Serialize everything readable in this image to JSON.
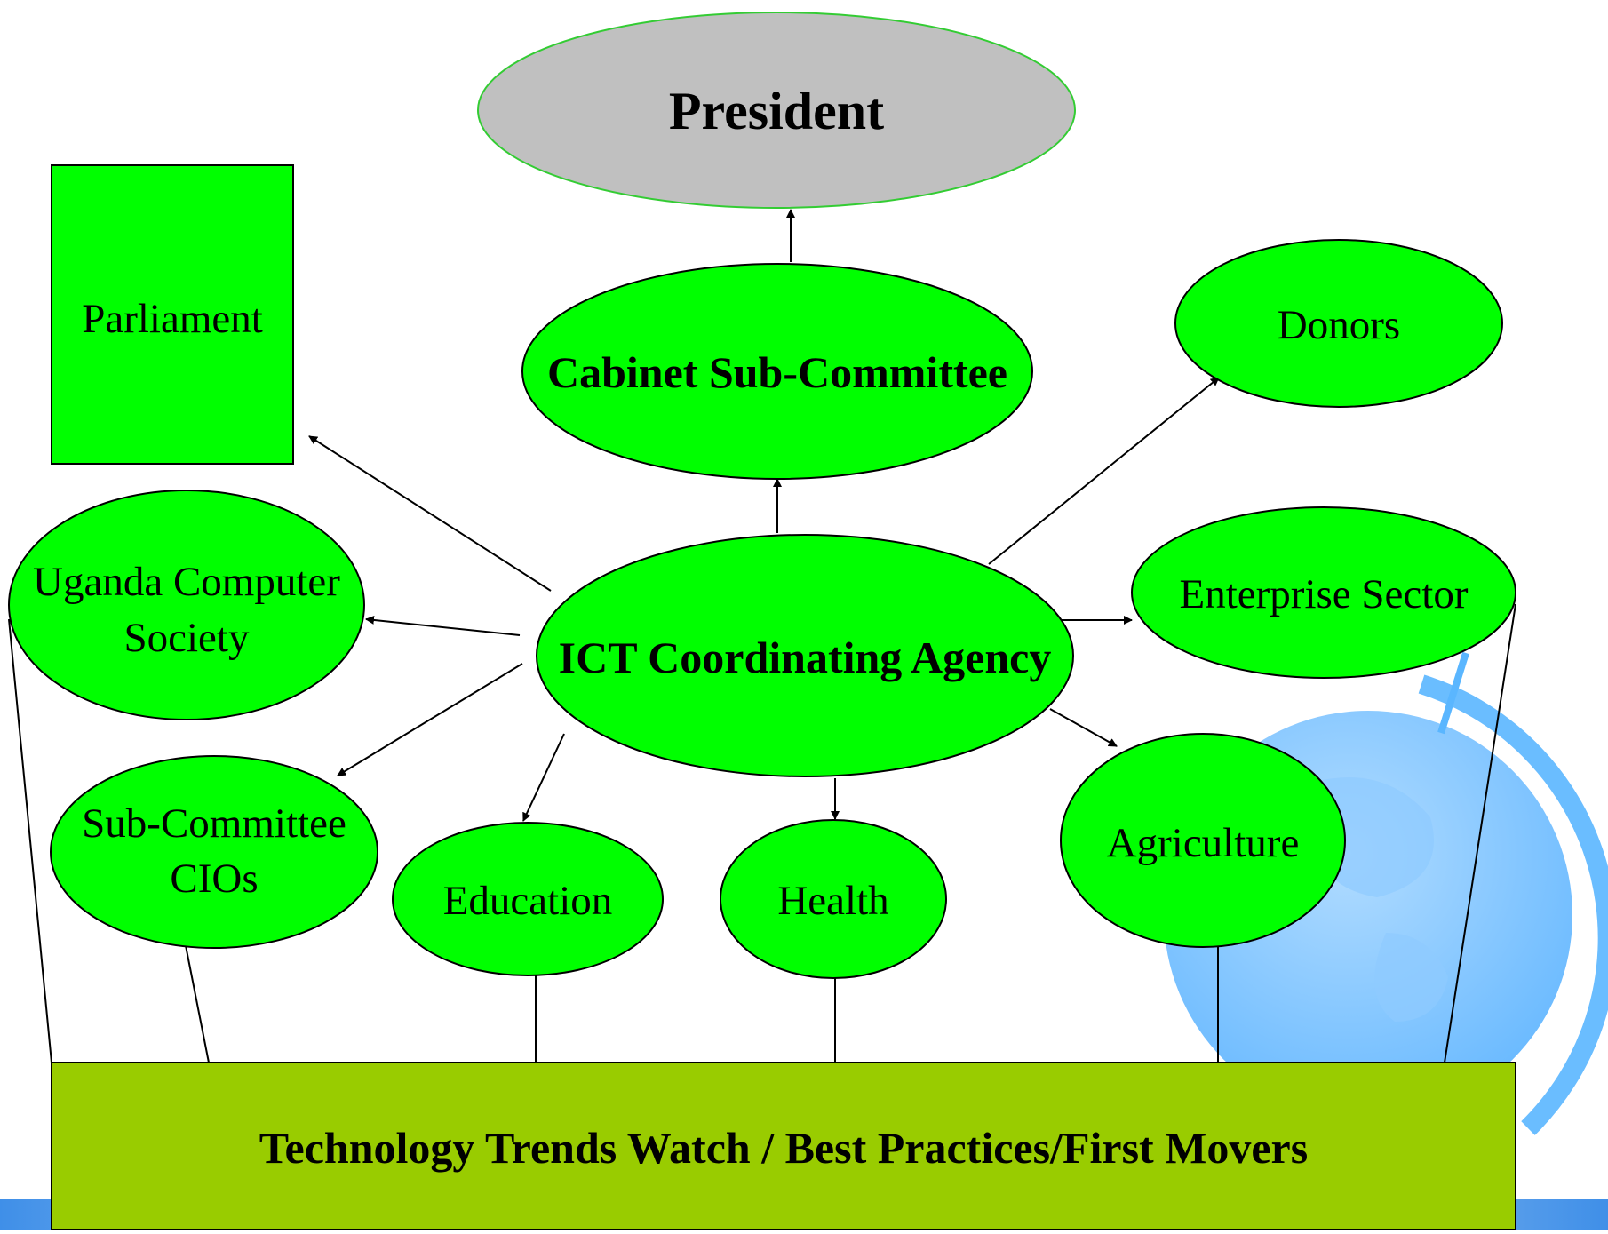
{
  "diagram": {
    "nodes": {
      "president": "President",
      "cabinet": "Cabinet Sub-Committee",
      "parliament": "Parliament",
      "donors": "Donors",
      "ucs_line1": "Uganda Computer",
      "ucs_line2": "Society",
      "ict": "ICT Coordinating Agency",
      "enterprise": "Enterprise Sector",
      "cios_line1": "Sub-Committee",
      "cios_line2": "CIOs",
      "education": "Education",
      "health": "Health",
      "agriculture": "Agriculture"
    },
    "bottom_bar": "Technology Trends Watch / Best Practices/First Movers"
  },
  "colors": {
    "node_fill": "#00ff00",
    "president_fill": "#c0c0c0",
    "president_border": "#33cc33",
    "bar_fill": "#99cc00",
    "globe": "#66b8ff",
    "stroke": "#000000"
  }
}
